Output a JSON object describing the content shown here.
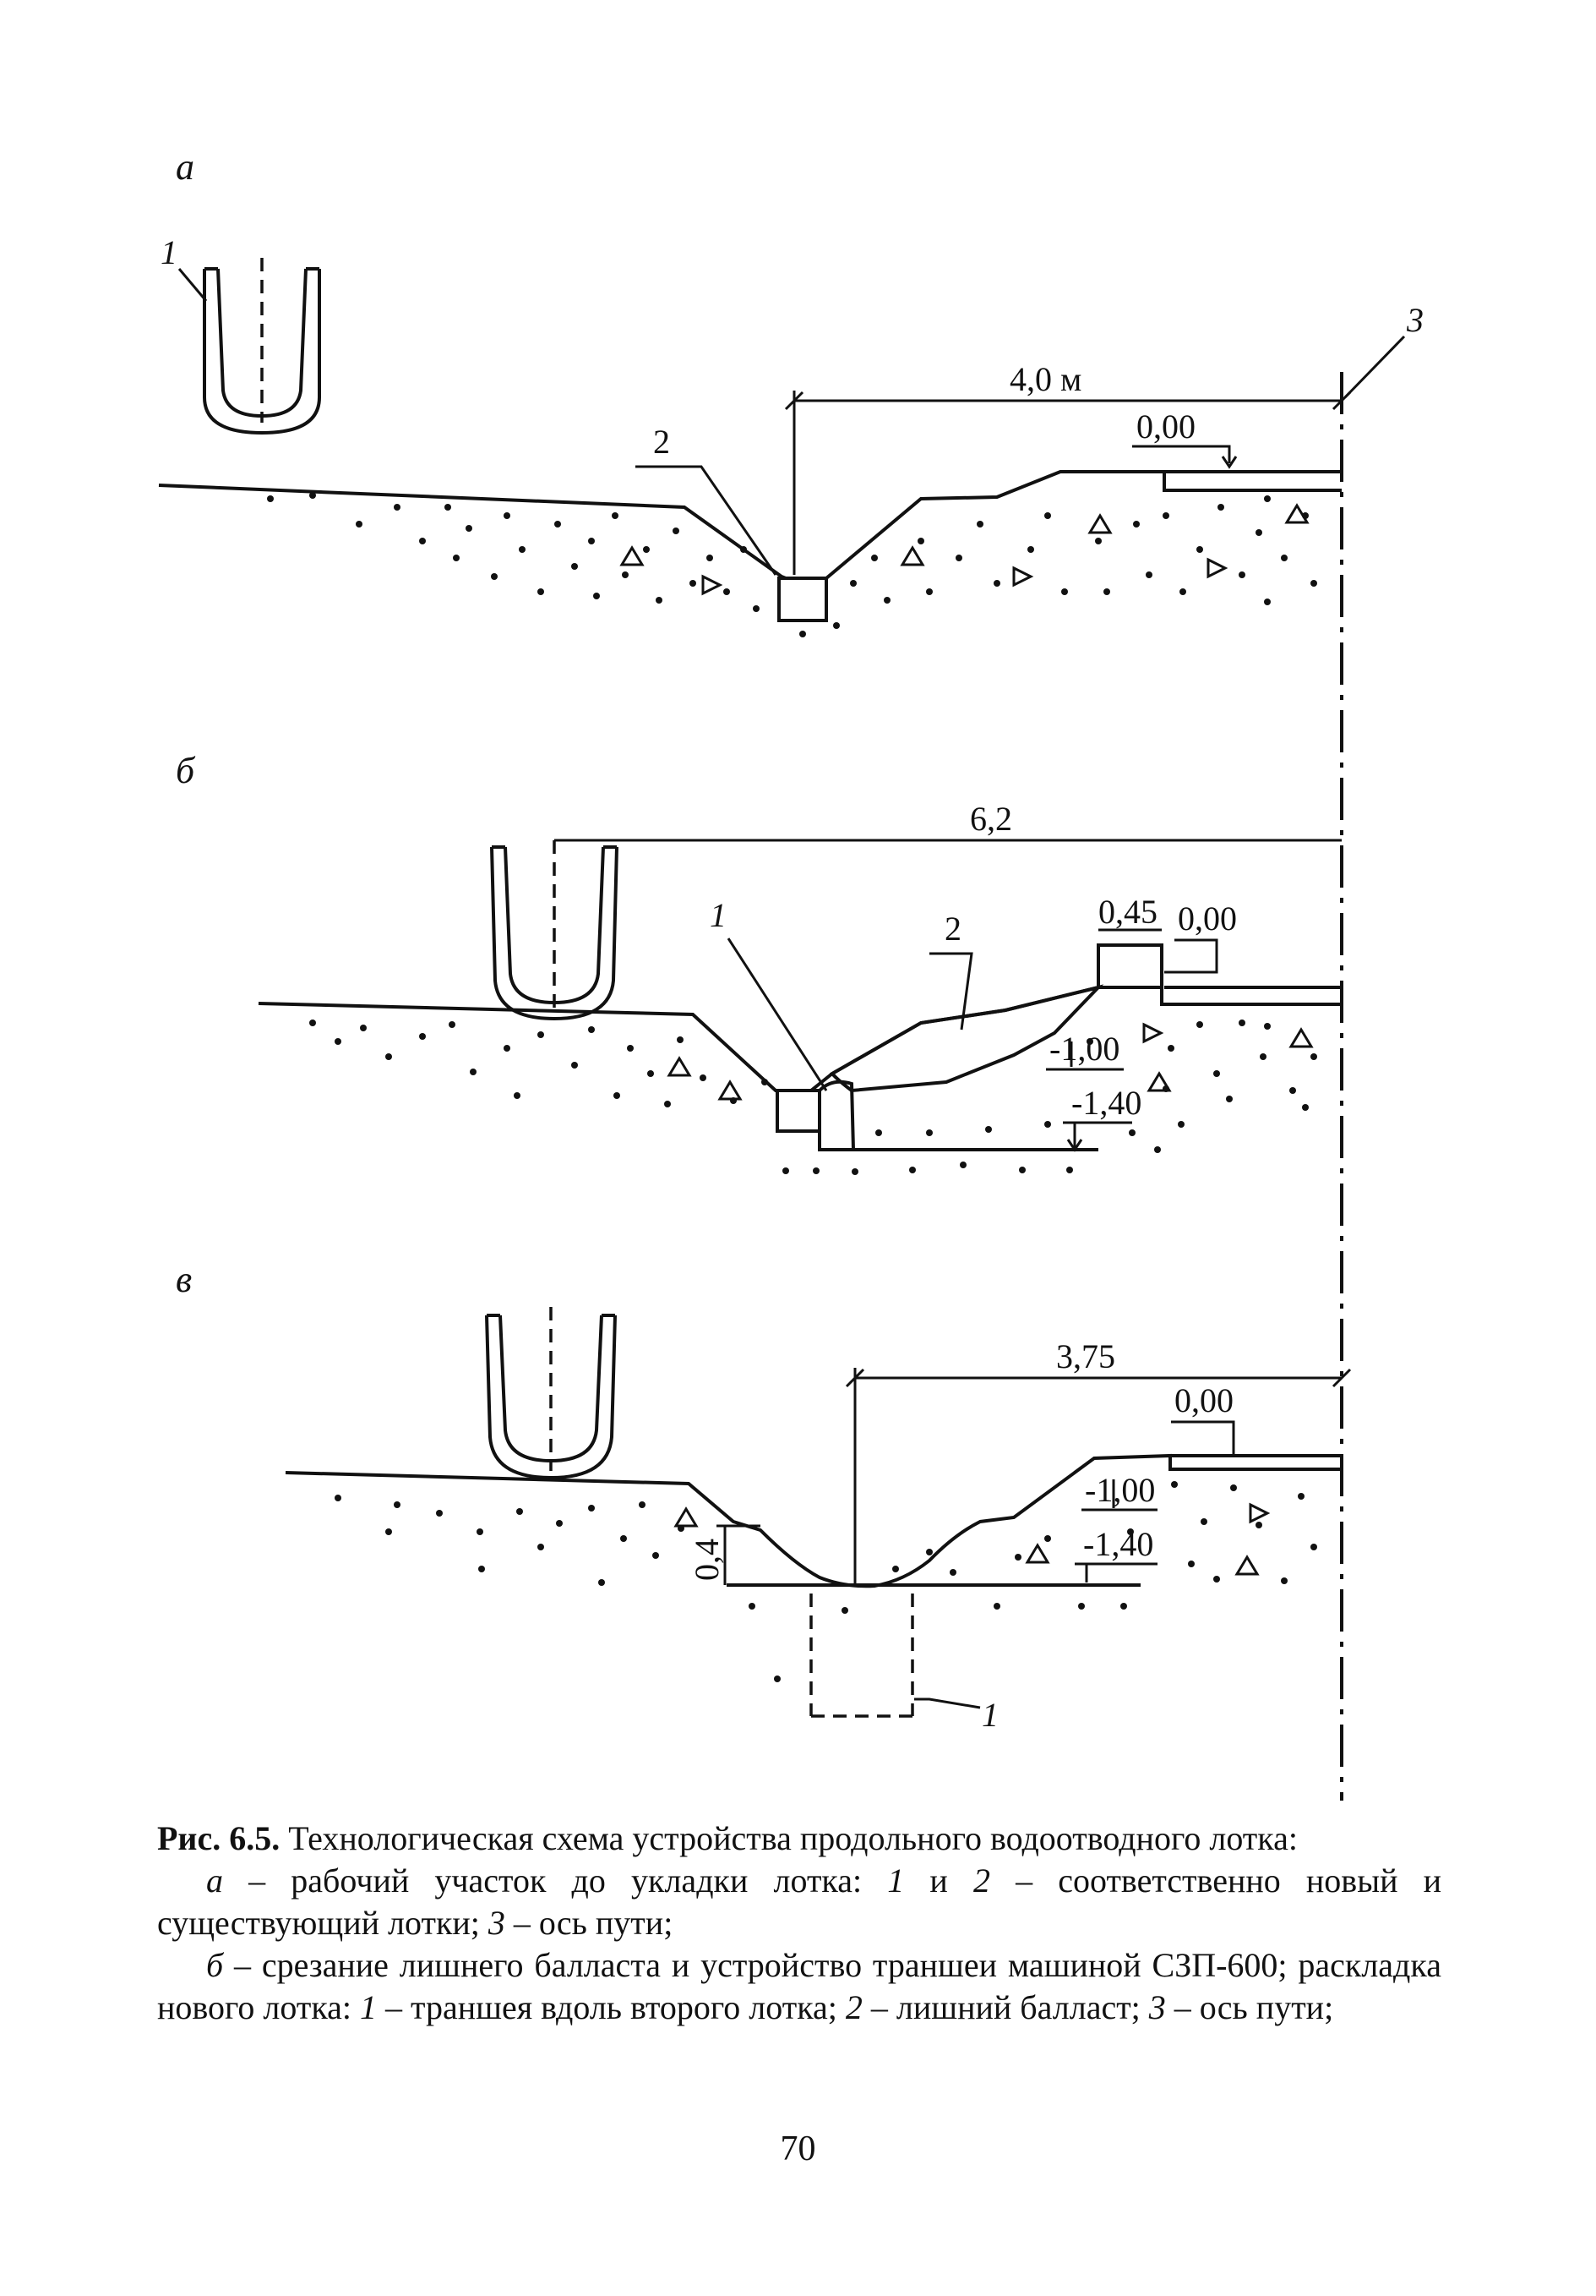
{
  "panels": {
    "a": {
      "letter": "а",
      "label_1": "1",
      "label_2": "2",
      "label_3": "3",
      "width_dim": "4,0  м",
      "level_0": "0,00"
    },
    "b": {
      "letter": "б",
      "label_1": "1",
      "label_2": "2",
      "width_dim": "6,2",
      "step_dim": "0,45",
      "level_0": "0,00",
      "level_1": "-1,00",
      "level_2": "-1,40"
    },
    "c": {
      "letter": "в",
      "label_1": "1",
      "width_dim": "3,75",
      "depth_dim": "0,4",
      "level_0": "0,00",
      "level_1": "-1,00",
      "level_2": "-1,40"
    }
  },
  "caption": {
    "fig_number": "Рис. 6.5.",
    "title": " Технологическая схема устройства продольного водоотводного лотка:",
    "a_prefix": "а",
    "a_text_1": " – рабочий участок до укладки лотка: ",
    "a_n1": "1",
    "a_text_2": " и ",
    "a_n2": "2",
    "a_text_3": " – соответственно новый и существующий лотки; ",
    "a_n3": "3",
    "a_text_4": " – ось пути;",
    "b_prefix": "б",
    "b_text_1": " – срезание лишнего балласта и устройство траншеи машиной СЗП-600; раскладка нового лотка: ",
    "b_n1": "1",
    "b_text_2": " – траншея вдоль второго лотка; ",
    "b_n2": "2",
    "b_text_3": " – лишний балласт; ",
    "b_n3": "3",
    "b_text_4": " – ось пути;"
  },
  "page_number": "70"
}
